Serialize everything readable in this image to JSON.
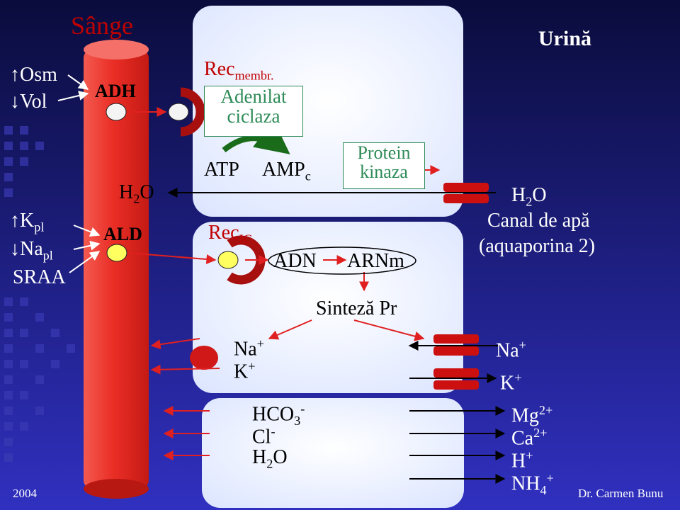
{
  "colors": {
    "background_top": "#0a0c3c",
    "background_bottom": "#3030c0",
    "vessel": "#e8302a",
    "cell": "#e9f0ff",
    "arrow_red": "#e02020",
    "arrow_black": "#000000",
    "arrow_green": "#1a6b1a",
    "channel": "#cc1010",
    "hormone_dot": "#ffff60"
  },
  "labels": {
    "sange": "Sânge",
    "urina": "Urină",
    "osm": "Osm",
    "vol": "Vol",
    "adh": "ADH",
    "ald": "ALD",
    "k": "K",
    "pl": "pl",
    "na": "Na",
    "sraa": "SRAA",
    "h": "H",
    "two": "2",
    "o": "O",
    "rec": "Rec",
    "membr": "membr.",
    "ic": "IC.",
    "adenilat": "Adenilat",
    "ciclaza": "ciclaza",
    "atp": "ATP",
    "amp": "AMP",
    "c": "c",
    "protein": "Protein",
    "kinaza": "kinaza",
    "adn": "ADN",
    "arnm": "ARNm",
    "sinteza": "Sinteză Pr",
    "plus": "+",
    "cl": "Cl",
    "minus": "-",
    "hco": "HCO",
    "three": "3",
    "canal": "Canal de apă",
    "aquaporina": "(aquaporina 2)",
    "mg": "Mg",
    "ca": "Ca",
    "twoplus": "2+",
    "nh": "NH",
    "four": "4",
    "year": "2004",
    "author": "Dr. Carmen Bunu"
  }
}
